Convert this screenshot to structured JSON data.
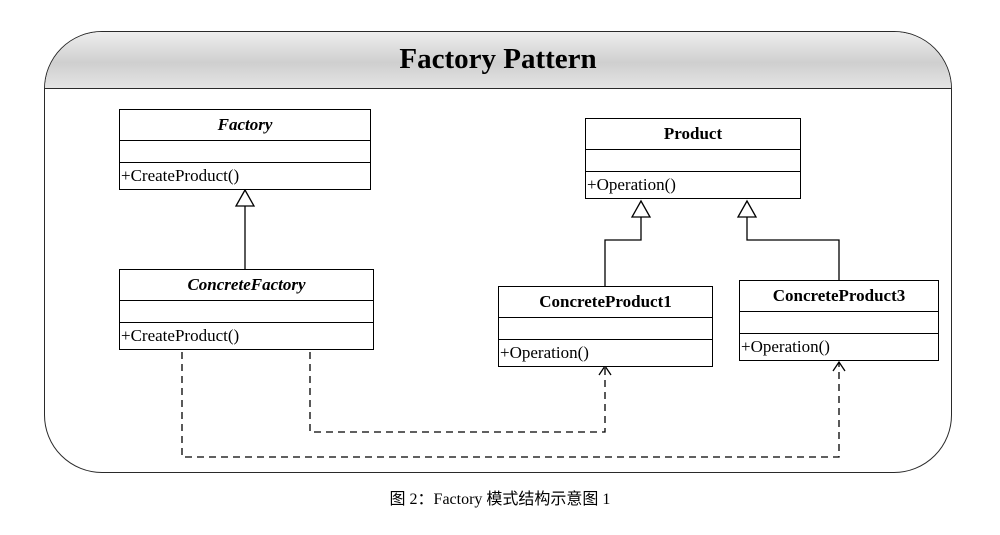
{
  "title": "Factory Pattern",
  "classes": {
    "factory": {
      "name": "Factory",
      "operation": "+CreateProduct()"
    },
    "concrete_factory": {
      "name": "ConcreteFactory",
      "operation": "+CreateProduct()"
    },
    "product": {
      "name": "Product",
      "operation": "+Operation()"
    },
    "concrete_product1": {
      "name": "ConcreteProduct1",
      "operation": "+Operation()"
    },
    "concrete_product3": {
      "name": "ConcreteProduct3",
      "operation": "+Operation()"
    }
  },
  "caption": "图 2：Factory 模式结构示意图 1"
}
